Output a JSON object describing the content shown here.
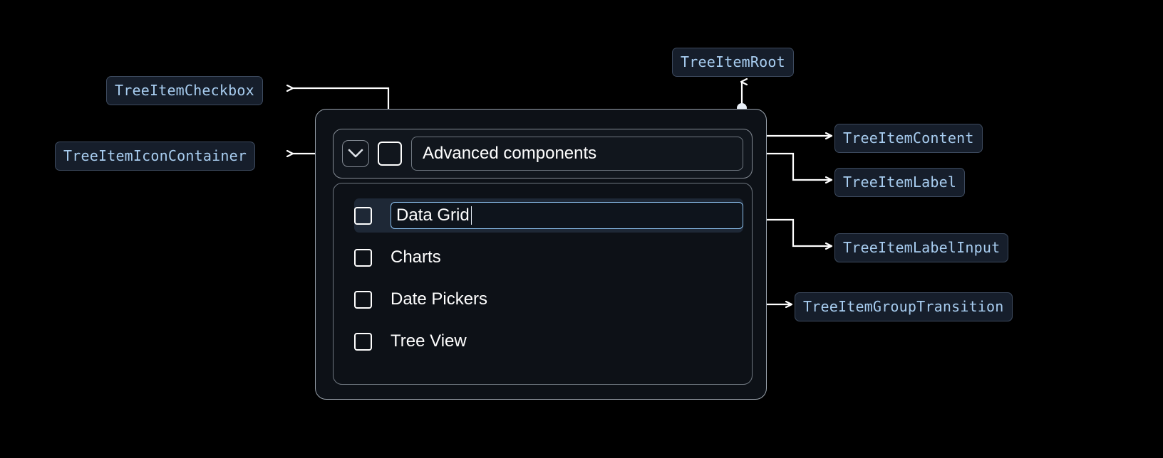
{
  "annotations": [
    {
      "id": "tree-item-checkbox",
      "text": "TreeItemCheckbox"
    },
    {
      "id": "tree-item-icon-container",
      "text": "TreeItemIconContainer"
    },
    {
      "id": "tree-item-root",
      "text": "TreeItemRoot"
    },
    {
      "id": "tree-item-content",
      "text": "TreeItemContent"
    },
    {
      "id": "tree-item-label",
      "text": "TreeItemLabel"
    },
    {
      "id": "tree-item-label-input",
      "text": "TreeItemLabelInput"
    },
    {
      "id": "tree-item-group-transition",
      "text": "TreeItemGroupTransition"
    }
  ],
  "tree": {
    "header": {
      "expand_icon": "chevron-down-icon",
      "checkbox_checked": false,
      "label": "Advanced components"
    },
    "items": [
      {
        "label": "Data Grid",
        "checked": false,
        "editing": true,
        "selected": true
      },
      {
        "label": "Charts",
        "checked": false,
        "editing": false,
        "selected": false
      },
      {
        "label": "Date Pickers",
        "checked": false,
        "editing": false,
        "selected": false
      },
      {
        "label": "Tree View",
        "checked": false,
        "editing": false,
        "selected": false
      }
    ]
  },
  "colors": {
    "background": "#000000",
    "badge_bg": "#161e2b",
    "badge_border": "#3d4a5e",
    "badge_text": "#a8cdf0",
    "panel_bg": "#0d1117",
    "panel_border": "#9aa3ad",
    "selected_row_bg": "#1e2836",
    "input_focus_border": "#8cc0ee",
    "connector": "#ffffff",
    "text": "#ffffff"
  }
}
